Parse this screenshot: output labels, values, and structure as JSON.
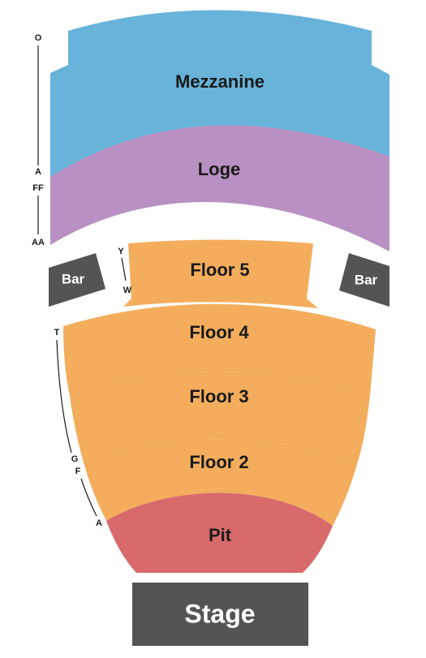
{
  "sections": {
    "mezzanine": {
      "label": "Mezzanine",
      "color": "#68b3da"
    },
    "loge": {
      "label": "Loge",
      "color": "#b890c3"
    },
    "floor5": {
      "label": "Floor 5",
      "color": "#f3ad5c"
    },
    "floor4": {
      "label": "Floor 4",
      "color": "#f3ad5c"
    },
    "floor3": {
      "label": "Floor 3",
      "color": "#f3ad5c"
    },
    "floor2": {
      "label": "Floor 2",
      "color": "#f3ad5c"
    },
    "pit": {
      "label": "Pit",
      "color": "#d86a6c"
    }
  },
  "bars": {
    "left": "Bar",
    "right": "Bar",
    "color": "#545454"
  },
  "stage": {
    "label": "Stage",
    "color": "#545454"
  },
  "row_markers": {
    "mezz_top": "O",
    "mezz_bottom": "A",
    "loge_top": "FF",
    "loge_bottom": "AA",
    "floor5_top": "Y",
    "floor5_bottom": "W",
    "floor_top": "T",
    "floor_g": "G",
    "floor_f": "F",
    "floor_a": "A"
  }
}
